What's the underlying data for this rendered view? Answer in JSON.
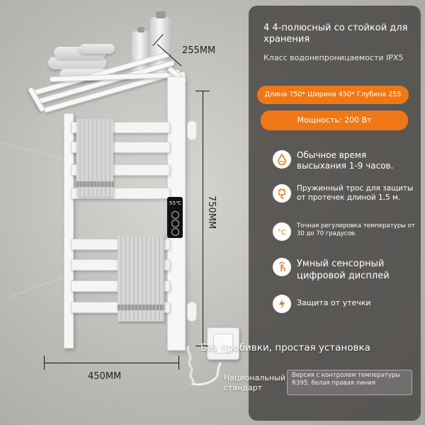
{
  "dimensions": {
    "depth_label": "255MM",
    "height_label": "750MM",
    "width_label": "450MM"
  },
  "display_readout": "55℃",
  "panel": {
    "title": "4 4-полюсный со стойкой для хранения",
    "subtitle": "Класс водонепроницаемости IPX5",
    "size_pill": "Длина 750* Ширина 450* Глубина 255",
    "power_pill": "Мощность: 200 Вт"
  },
  "features": [
    {
      "icon": "water-drop-icon",
      "text": "Обычное время высыхания 1-9 часов."
    },
    {
      "icon": "spring-cable-icon",
      "text": "Пружинный трос для защиты от протечек длиной 1,5 м."
    },
    {
      "icon": "thermometer-celsius-icon",
      "text": "Точная регулировка температуры от 30 до 70 градусов."
    },
    {
      "icon": "touch-hand-icon",
      "text": "Умный сенсорный цифровой дисплей"
    },
    {
      "icon": "lightning-icon",
      "text": "Защита от утечки"
    }
  ],
  "footer": {
    "install_text": "Без пробивки, простая установка",
    "national_standard": "Национальный стандарт",
    "version_text": "Версия с контролем температуры R395, белая правая линия"
  },
  "colors": {
    "accent_orange": "#f07814",
    "panel_bg": "#4c4a48",
    "wall": "#bab8b4"
  }
}
